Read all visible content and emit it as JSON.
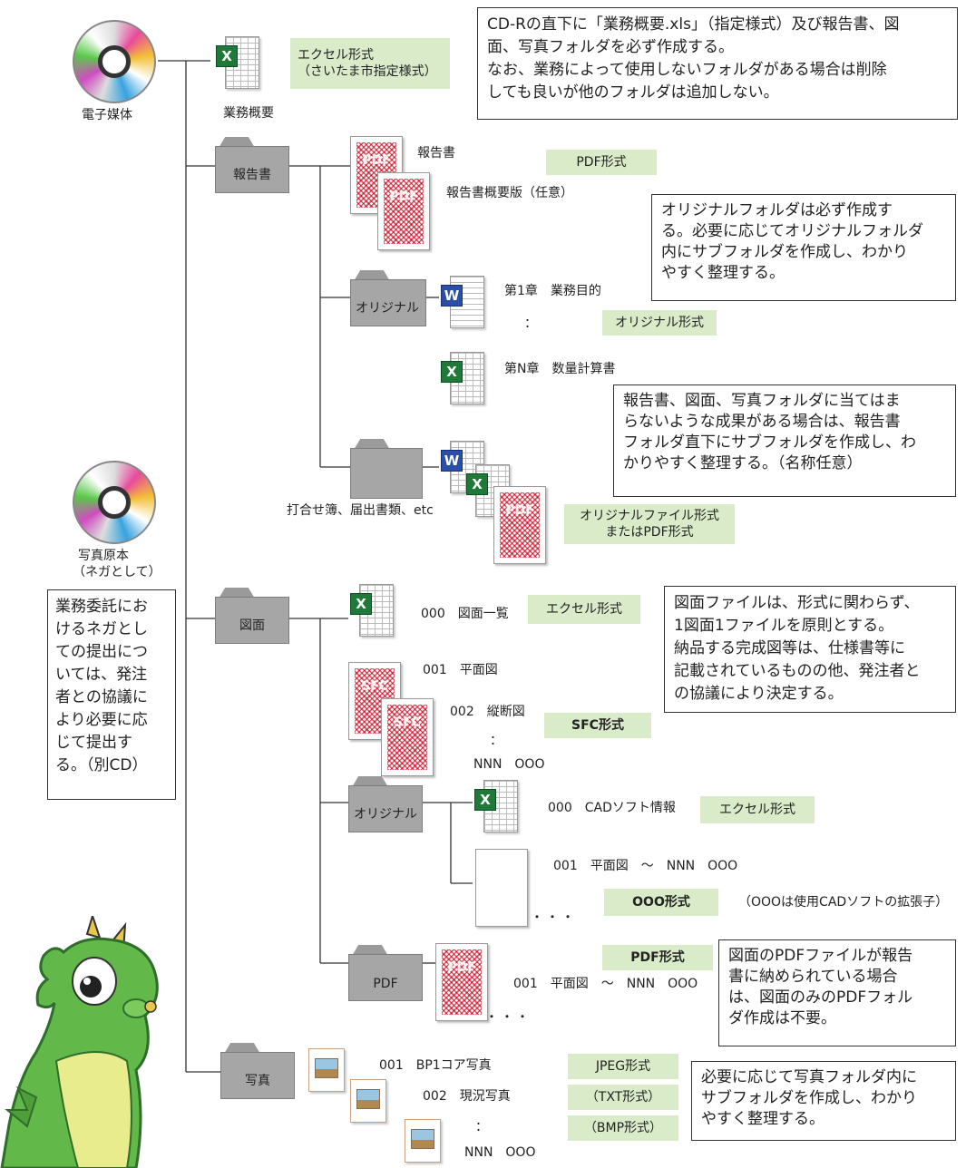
{
  "media": {
    "cd_label": "電子媒体",
    "photo_cd_label": [
      "写真原本",
      "（ネガとして）"
    ],
    "negative_note": [
      "業務委託にお",
      "けるネガとし",
      "ての提出につ",
      "いては、発注",
      "者との協議に",
      "より必要に応",
      "じて提出す",
      "る。（別CD）"
    ]
  },
  "root_file": {
    "name": "業務概要",
    "format_tag": [
      "エクセル形式",
      "（さいたま市指定様式）"
    ]
  },
  "notes": {
    "cdr": [
      "CD-Rの直下に「業務概要.xls」（指定様式）及び報告書、図",
      "面、写真フォルダを必ず作成する。",
      "なお、業務によって使用しないフォルダがある場合は削除",
      "しても良いが他のフォルダは追加しない。"
    ],
    "original": [
      "オリジナルフォルダは必ず作成す",
      "る。必要に応じてオリジナルフォルダ",
      "内にサブフォルダを作成し、わかり",
      "やすく整理する。"
    ],
    "other": [
      "報告書、図面、写真フォルダに当てはま",
      "らないような成果がある場合は、報告書",
      "フォルダ直下にサブフォルダを作成し、わ",
      "かりやすく整理する。（名称任意）"
    ],
    "drawing": [
      "図面ファイルは、形式に関わらず、",
      "1図面1ファイルを原則とする。",
      "納品する完成図等は、仕様書等に",
      "記載されているものの他、発注者と",
      "の協議により決定する。"
    ],
    "pdf": [
      "図面のPDFファイルが報告",
      "書に納められている場合",
      "は、図面のみのPDFフォル",
      "ダ作成は不要。"
    ],
    "photo": [
      "必要に応じて写真フォルダ内に",
      "サブフォルダを作成し、わかり",
      "やすく整理する。"
    ]
  },
  "report": {
    "folder": "報告書",
    "files": [
      "報告書",
      "報告書概要版（任意）"
    ],
    "format_tag": "PDF形式",
    "original_folder": "オリジナル",
    "original_files": [
      "第1章　業務目的",
      "第N章　数量計算書"
    ],
    "ellipsis": "：",
    "original_tag": "オリジナル形式",
    "misc_folder": "打合せ簿、届出書類、etc",
    "misc_tag": [
      "オリジナルファイル形式",
      "またはPDF形式"
    ]
  },
  "drawings": {
    "folder": "図面",
    "list_file": "000　図面一覧",
    "list_tag": "エクセル形式",
    "sfc_files": [
      "001　平面図",
      "002　縦断図"
    ],
    "ellipsis": "：",
    "sfc_last": "NNN　OOO",
    "sfc_tag": "SFC形式",
    "original_folder": "オリジナル",
    "cad_info": "000　CADソフト情報",
    "cad_tag": "エクセル形式",
    "cad_files": "001　平面図　～　NNN　OOO",
    "cad_fmt_tag": "OOO形式",
    "cad_note": "（OOOは使用CADソフトの拡張子）",
    "dots": "・・・",
    "pdf_folder": "PDF",
    "pdf_files": "001　平面図　～　NNN　OOO",
    "pdf_tag": "PDF形式"
  },
  "photos": {
    "folder": "写真",
    "files": [
      "001　BP1コア写真",
      "002　現況写真"
    ],
    "ellipsis": "：",
    "last": "NNN　OOO",
    "tags": [
      "JPEG形式",
      "（TXT形式）",
      "（BMP形式）"
    ]
  },
  "file_icon_marks": {
    "pdf": "PDF",
    "sfc": "SFC",
    "excel": "X",
    "word": "W"
  },
  "colors": {
    "tag_green": "#d9ebc8",
    "folder_gray": "#a6a6a6",
    "pdf_red": "#dc3c50",
    "cad_blue": "#465abe"
  }
}
